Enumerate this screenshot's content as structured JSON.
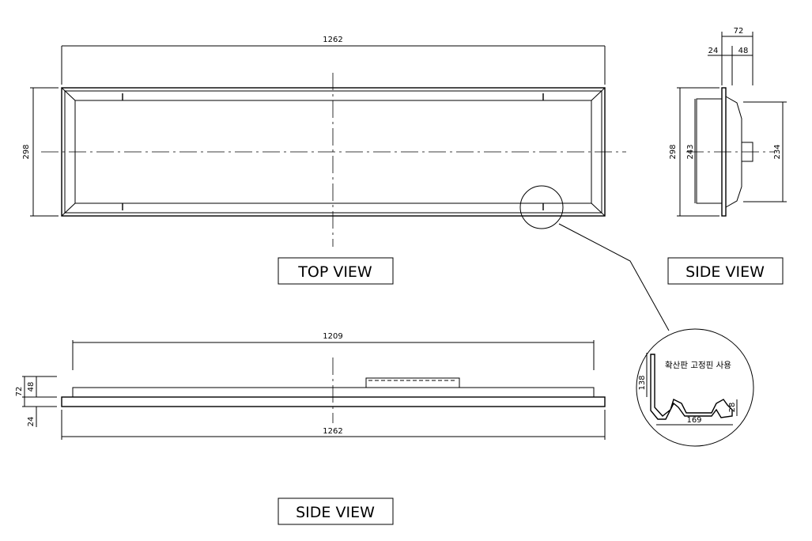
{
  "views": {
    "top": {
      "label": "TOP VIEW",
      "dim_width": "1262",
      "dim_height": "298"
    },
    "side_right": {
      "label": "SIDE VIEW",
      "dim_total": "72",
      "dim_a": "24",
      "dim_b": "48",
      "dim_h_outer": "298",
      "dim_h_inner": "243",
      "dim_h_body": "234"
    },
    "side_bottom": {
      "label": "SIDE VIEW",
      "dim_top_width": "1209",
      "dim_bottom_width": "1262",
      "dim_total_h": "72",
      "dim_body_h": "48",
      "dim_flange_h": "24"
    },
    "detail": {
      "note": "확산판 고정핀 사용",
      "dim_height": "138",
      "dim_width": "169",
      "dim_small": "28"
    }
  }
}
